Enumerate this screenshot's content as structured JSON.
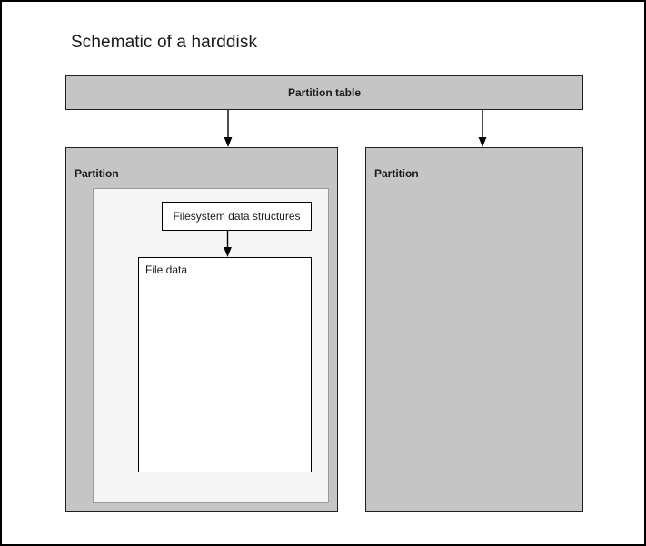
{
  "diagram": {
    "title": "Schematic of a harddisk",
    "colors": {
      "canvas_background": "#ffffff",
      "canvas_border": "#000000",
      "block_fill": "#c5c5c5",
      "block_border": "#1f1f1f",
      "container_fill": "#f5f5f5",
      "container_border": "#9a9a9a",
      "leaf_fill": "#ffffff",
      "leaf_border": "#000000",
      "text": "#1a1a1a",
      "arrow": "#000000"
    },
    "nodes": {
      "partition_table": {
        "label": "Partition table",
        "shape": "rectangle",
        "fill": "#c5c5c5",
        "bold": true,
        "align": "center"
      },
      "partition_1": {
        "label": "Partition",
        "shape": "rectangle",
        "fill": "#c5c5c5",
        "bold": true,
        "align": "left"
      },
      "partition_2": {
        "label": "Partition",
        "shape": "rectangle",
        "fill": "#c5c5c5",
        "bold": true,
        "align": "left"
      },
      "filesystem_container": {
        "label": "",
        "shape": "rectangle",
        "fill": "#f5f5f5",
        "bold": false,
        "align": "left"
      },
      "filesystem_data_structures": {
        "label": "Filesystem data structures",
        "shape": "rectangle",
        "fill": "#ffffff",
        "bold": false,
        "align": "center"
      },
      "file_data": {
        "label": "File data",
        "shape": "rectangle",
        "fill": "#ffffff",
        "bold": false,
        "align": "top-left"
      }
    },
    "edges": [
      {
        "name": "partition-table-to-partition-1",
        "from": "partition_table",
        "to": "partition_1",
        "style": "solid",
        "arrowhead": "filled-triangle"
      },
      {
        "name": "partition-table-to-partition-2",
        "from": "partition_table",
        "to": "partition_2",
        "style": "solid",
        "arrowhead": "filled-triangle"
      },
      {
        "name": "filesystem-data-structures-to-file-data",
        "from": "filesystem_data_structures",
        "to": "file_data",
        "style": "solid",
        "arrowhead": "filled-triangle"
      }
    ]
  }
}
